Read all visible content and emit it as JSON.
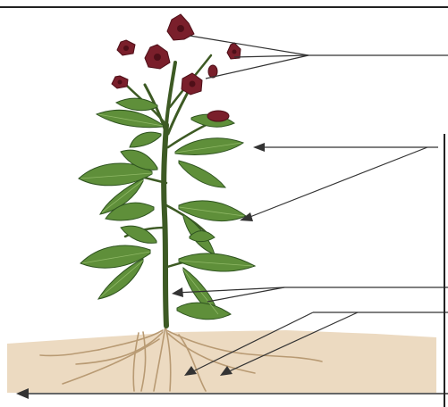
{
  "diagram": {
    "subject": "flowering-plant-parts",
    "label_slots": [
      {
        "id": "flowers",
        "text": ""
      },
      {
        "id": "leaves",
        "text": ""
      },
      {
        "id": "stem",
        "text": ""
      },
      {
        "id": "roots",
        "text": ""
      },
      {
        "id": "soil-line",
        "text": ""
      }
    ],
    "colors": {
      "flower": "#7a1f2b",
      "flower_dark": "#4e0f18",
      "leaf": "#5f8f3a",
      "leaf_dark": "#2f5420",
      "leaf_light": "#8fb866",
      "stem": "#3d5a24",
      "soil": "#e9d3b6",
      "root": "#b89a73",
      "line": "#333333",
      "frame": "#222222"
    }
  }
}
